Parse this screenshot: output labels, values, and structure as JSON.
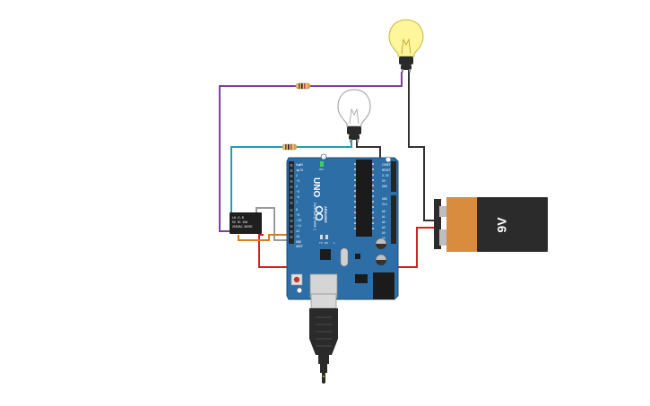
{
  "canvas": {
    "background": "#ffffff"
  },
  "colors": {
    "board": "#2e6ea6",
    "board_dark": "#1f4f7a",
    "header": "#262626",
    "battery_body": "#2b2b2b",
    "battery_band": "#d98c3e",
    "bulb_on": "#fff59a",
    "bulb_off": "#ffffff",
    "wire_purple": "#7b3fa0",
    "wire_teal": "#1f9fb0",
    "wire_red": "#d32020",
    "wire_orange": "#e07a1a",
    "wire_gray": "#9a9a9a",
    "wire_black": "#333333"
  },
  "arduino": {
    "model": "UNO",
    "brand": "ARDUINO",
    "header_top_label": "DIGITAL (PWM~)",
    "power_label": "POWER",
    "analog_label": "ANALOG IN",
    "on_label": "ON",
    "tx_label": "TX",
    "rx_label": "RX",
    "l_label": "L",
    "pin_labels_digital": [
      "0◀RX",
      "1▶TX",
      "2",
      "~3",
      "4",
      "~5",
      "~6",
      "7",
      "8",
      "~9",
      "~10",
      "~11",
      "12",
      "13",
      "GND",
      "AREF"
    ],
    "pin_labels_power": [
      "IOREF",
      "RESET",
      "3.3V",
      "5V",
      "GND",
      "GND",
      "Vin"
    ],
    "pin_labels_analog": [
      "A0",
      "A1",
      "A2",
      "A3",
      "A4",
      "A5"
    ]
  },
  "battery": {
    "label": "9V"
  },
  "relay": {
    "lines": [
      "LK-5-R",
      "5V DC 10A",
      "250VAC",
      "30VDC"
    ]
  },
  "components": {
    "bulb_top": "light-bulb-lit",
    "bulb_middle": "light-bulb-unlit",
    "resistor_top": "resistor",
    "resistor_middle": "resistor",
    "usb_cable": "usb-cable"
  }
}
